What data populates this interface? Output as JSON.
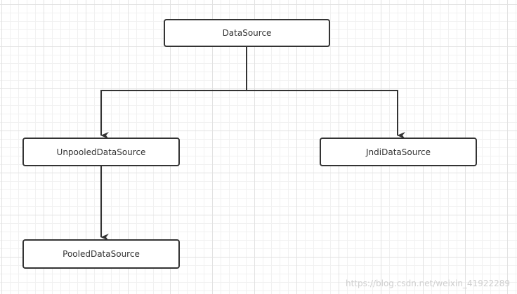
{
  "diagram": {
    "nodes": [
      {
        "id": "datasource",
        "label": "DataSource"
      },
      {
        "id": "unpooled",
        "label": "UnpooledDataSource"
      },
      {
        "id": "jndi",
        "label": "JndiDataSource"
      },
      {
        "id": "pooled",
        "label": "PooledDataSource"
      }
    ],
    "edges": [
      {
        "from": "datasource",
        "to": "unpooled"
      },
      {
        "from": "datasource",
        "to": "jndi"
      },
      {
        "from": "unpooled",
        "to": "pooled"
      }
    ],
    "colors": {
      "stroke": "#333333",
      "node_fill": "#ffffff",
      "grid_major": "#e2e2e2",
      "grid_minor": "#f1f1f1",
      "watermark": "#cfcfcf"
    }
  },
  "watermark": {
    "text": "https://blog.csdn.net/weixin_41922289"
  }
}
